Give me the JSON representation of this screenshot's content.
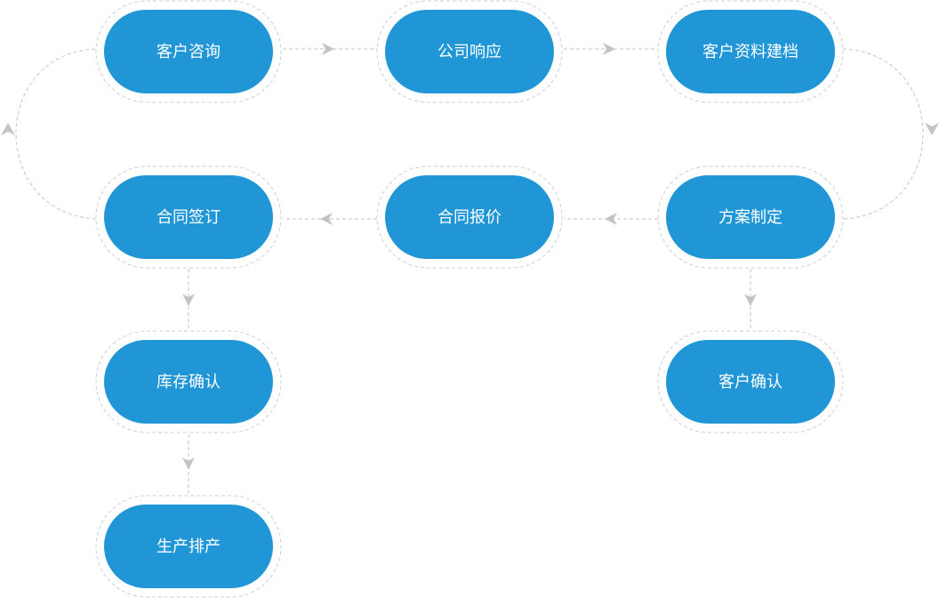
{
  "colors": {
    "node_fill": "#2196d6",
    "node_outline": "#cfcfcf",
    "connector": "#c4c4c4",
    "text": "#ffffff"
  },
  "nodes": [
    {
      "id": "customer-consultation",
      "label": "客户咨询"
    },
    {
      "id": "company-response",
      "label": "公司响应"
    },
    {
      "id": "customer-profile",
      "label": "客户资料建档"
    },
    {
      "id": "plan-formulation",
      "label": "方案制定"
    },
    {
      "id": "contract-quotation",
      "label": "合同报价"
    },
    {
      "id": "contract-signing",
      "label": "合同签订"
    },
    {
      "id": "customer-confirmation",
      "label": "客户确认"
    },
    {
      "id": "inventory-confirmation",
      "label": "库存确认"
    },
    {
      "id": "production-scheduling",
      "label": "生产排产"
    }
  ],
  "edges": [
    {
      "from": "customer-consultation",
      "to": "company-response"
    },
    {
      "from": "company-response",
      "to": "customer-profile"
    },
    {
      "from": "customer-profile",
      "to": "plan-formulation"
    },
    {
      "from": "plan-formulation",
      "to": "contract-quotation"
    },
    {
      "from": "contract-quotation",
      "to": "contract-signing"
    },
    {
      "from": "contract-signing",
      "to": "customer-consultation"
    },
    {
      "from": "plan-formulation",
      "to": "customer-confirmation"
    },
    {
      "from": "contract-signing",
      "to": "inventory-confirmation"
    },
    {
      "from": "inventory-confirmation",
      "to": "production-scheduling"
    }
  ]
}
